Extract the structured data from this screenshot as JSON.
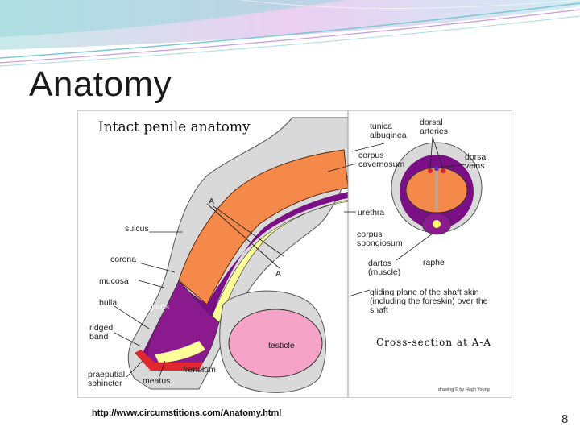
{
  "slide": {
    "title": "Anatomy",
    "source_url": "http://www.circumstitions.com/Anatomy.html",
    "page_number": "8"
  },
  "figure": {
    "title": "Intact penile anatomy",
    "section_title": "Cross-section at A-A",
    "credit": "drawing © by Hugh Young",
    "labels": {
      "tunica_albuginea": "tunica albuginea",
      "dorsal_arteries": "dorsal arteries",
      "corpus_cavernosum": "corpus cavernosum",
      "dorsal_veins": "dorsal veins",
      "a_top": "A",
      "a_bottom": "A",
      "urethra": "urethra",
      "sulcus": "sulcus",
      "corpus_spongiosum": "corpus spongiosum",
      "corona": "corona",
      "dartos": "dartos (muscle)",
      "raphe": "raphe",
      "mucosa": "mucosa",
      "bulla": "bulla",
      "glans": "glans",
      "gliding_plane": "gliding plane of the shaft skin (including the foreskin) over the shaft",
      "ridged_band": "ridged band",
      "testicle": "testicle",
      "frenulum": "frenulum",
      "praeputial_sphincter": "praeputial sphincter",
      "meatus": "meatus"
    }
  },
  "colors": {
    "skin": "#d9d9d9",
    "corpus_cavernosum": "#f5894a",
    "purple": "#7a0f86",
    "urethra": "#ffff99",
    "testicle": "#f5a3c7",
    "red_band": "#e0262f"
  }
}
